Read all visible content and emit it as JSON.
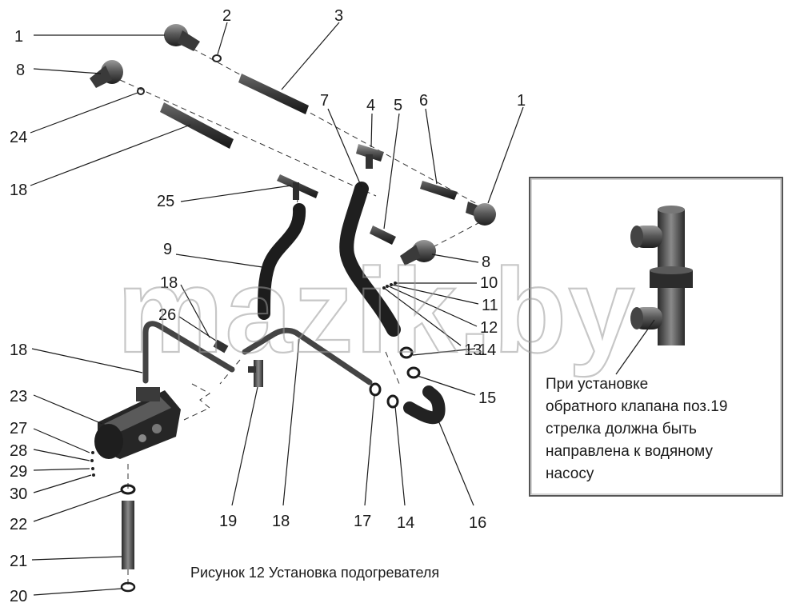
{
  "caption": "Рисунок 12  Установка подогревателя",
  "watermark": "mazik.by",
  "note_lines": [
    "При  установке",
    "обратного клапана поз.19",
    "стрелка должна быть",
    "направлена к водяному",
    "насосу"
  ],
  "callouts": {
    "c1a": "1",
    "c2": "2",
    "c3": "3",
    "c8a": "8",
    "c24": "24",
    "c18a": "18",
    "c7": "7",
    "c4": "4",
    "c5": "5",
    "c6": "6",
    "c1b": "1",
    "c25": "25",
    "c9": "9",
    "c8b": "8",
    "c10": "10",
    "c11": "11",
    "c12": "12",
    "c13": "13",
    "c14a": "14",
    "c15": "15",
    "c18b": "18",
    "c26": "26",
    "c18c": "18",
    "c23": "23",
    "c27": "27",
    "c28": "28",
    "c29": "29",
    "c30": "30",
    "c22": "22",
    "c21": "21",
    "c20": "20",
    "c19": "19",
    "c18d": "18",
    "c17": "17",
    "c14b": "14",
    "c16": "16"
  }
}
